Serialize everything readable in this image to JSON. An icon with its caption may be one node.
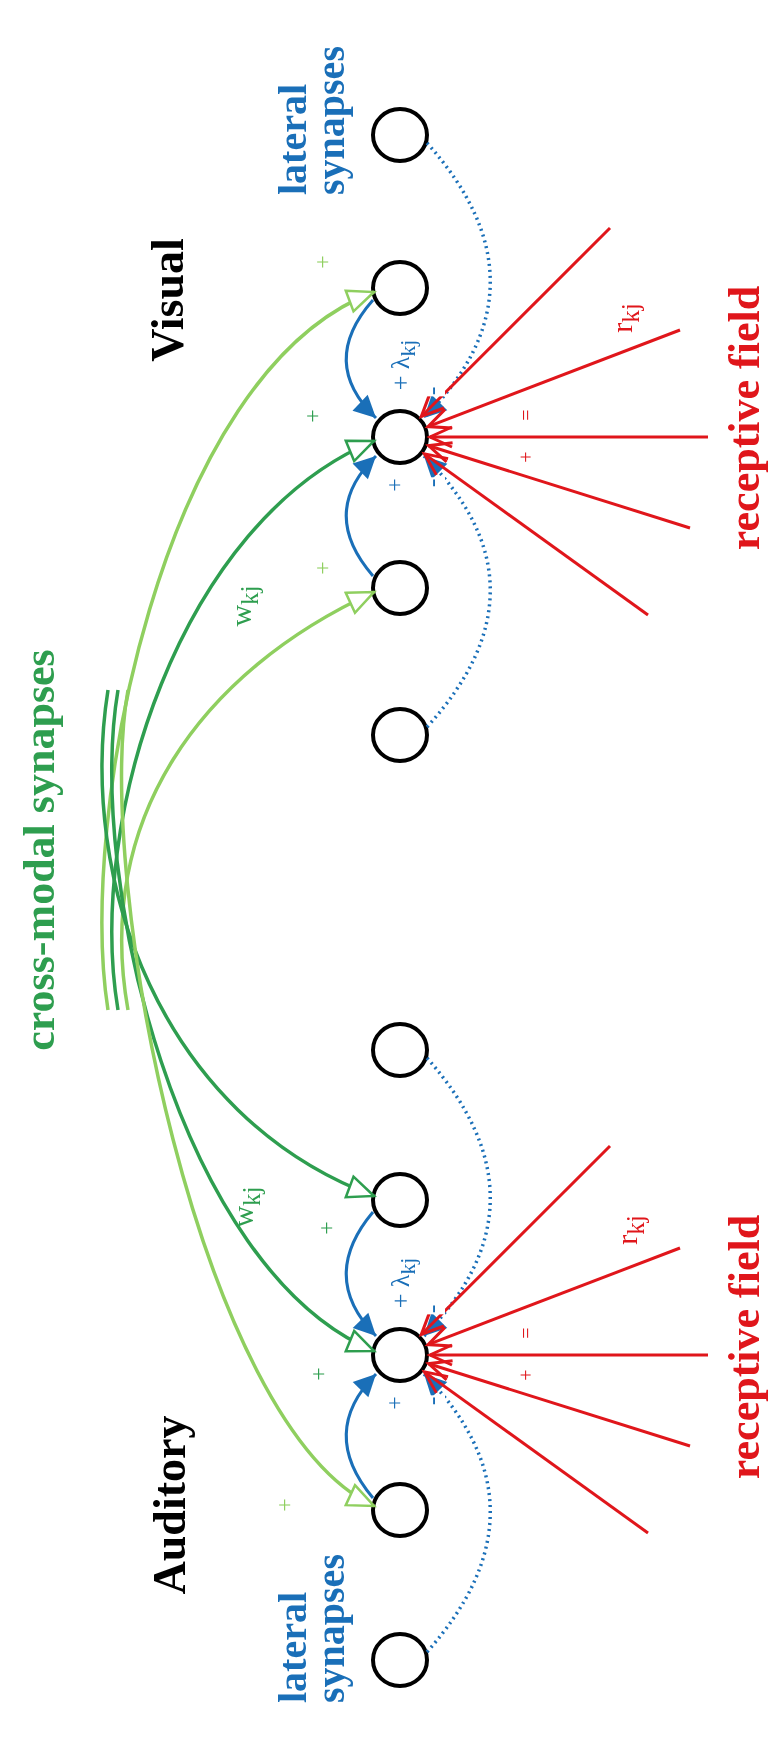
{
  "diagram": {
    "nodes": [
      {
        "text": [],
        "shape": "circle"
      },
      {
        "text": [],
        "shape": "circle"
      },
      {
        "text": [],
        "shape": "circle"
      },
      {
        "text": [],
        "shape": "circle"
      },
      {
        "text": [],
        "shape": "circle"
      },
      {
        "text": [],
        "shape": "circle"
      },
      {
        "text": [],
        "shape": "circle"
      },
      {
        "text": [],
        "shape": "circle"
      },
      {
        "text": [],
        "shape": "circle"
      },
      {
        "text": [],
        "shape": "circle"
      }
    ],
    "edges": [
      {
        "from": 1,
        "to": 2,
        "arrow": "to",
        "label": "+ λ$_{kj}$",
        "color": "#1a6fb8"
      },
      {
        "from": 3,
        "to": 2,
        "arrow": "to",
        "label": "+",
        "color": "#1a6fb8"
      },
      {
        "from": 0,
        "to": 2,
        "arrow": "to",
        "label": "-",
        "style": "dashed",
        "color": "#1a6fb8"
      },
      {
        "from": 4,
        "to": 2,
        "arrow": "to",
        "label": "-",
        "style": "dashed",
        "color": "#1a6fb8"
      },
      {
        "from": null,
        "to": 1,
        "arrow": "to",
        "label": "+",
        "color": "#8fcf5f"
      },
      {
        "from": null,
        "to": 2,
        "arrow": "to",
        "label": "+",
        "color": "#2e9e4f"
      },
      {
        "from": null,
        "to": 3,
        "arrow": "to",
        "label": "+",
        "color": "#8fcf5f"
      },
      {
        "from": null,
        "to": 2,
        "arrow": "to",
        "color": "#e0161b"
      },
      {
        "from": null,
        "to": 2,
        "arrow": "to",
        "color": "#e0161b"
      },
      {
        "from": null,
        "to": 2,
        "arrow": "to",
        "color": "#e0161b"
      },
      {
        "from": null,
        "to": 2,
        "arrow": "to",
        "color": "#e0161b"
      },
      {
        "from": null,
        "to": 2,
        "arrow": "to",
        "color": "#e0161b"
      },
      {
        "from": 6,
        "to": 7,
        "arrow": "to",
        "label": "+ λ$_{kj}$",
        "color": "#1a6fb8"
      },
      {
        "from": 8,
        "to": 7,
        "arrow": "to",
        "label": "+",
        "color": "#1a6fb8"
      },
      {
        "from": 5,
        "to": 7,
        "arrow": "to",
        "label": "-",
        "style": "dashed",
        "color": "#1a6fb8"
      },
      {
        "from": 9,
        "to": 7,
        "arrow": "to",
        "label": "-",
        "style": "dashed",
        "color": "#1a6fb8"
      },
      {
        "from": null,
        "to": 6,
        "arrow": "to",
        "label": "+",
        "color": "#2e9e4f"
      },
      {
        "from": null,
        "to": 7,
        "arrow": "to",
        "label": "+",
        "color": "#2e9e4f"
      },
      {
        "from": null,
        "to": 8,
        "arrow": "to",
        "label": "+",
        "color": "#8fcf5f"
      },
      {
        "from": null,
        "to": 7,
        "arrow": "to",
        "color": "#e0161b"
      },
      {
        "from": null,
        "to": 7,
        "arrow": "to",
        "color": "#e0161b"
      },
      {
        "from": null,
        "to": 7,
        "arrow": "to",
        "color": "#e0161b"
      },
      {
        "from": null,
        "to": 7,
        "arrow": "to",
        "color": "#e0161b"
      },
      {
        "from": null,
        "to": 7,
        "arrow": "to",
        "color": "#e0161b"
      }
    ],
    "labels": [
      "lateral synapses",
      "Visual",
      "r$_{kj}$",
      "receptive field",
      "w$_{kj}$",
      "=",
      "+",
      "cross-modal synapses",
      "w$_{kj}$",
      "r$_{kj}$",
      "=",
      "+",
      "receptive field",
      "Auditory",
      "lateral synapses"
    ]
  }
}
